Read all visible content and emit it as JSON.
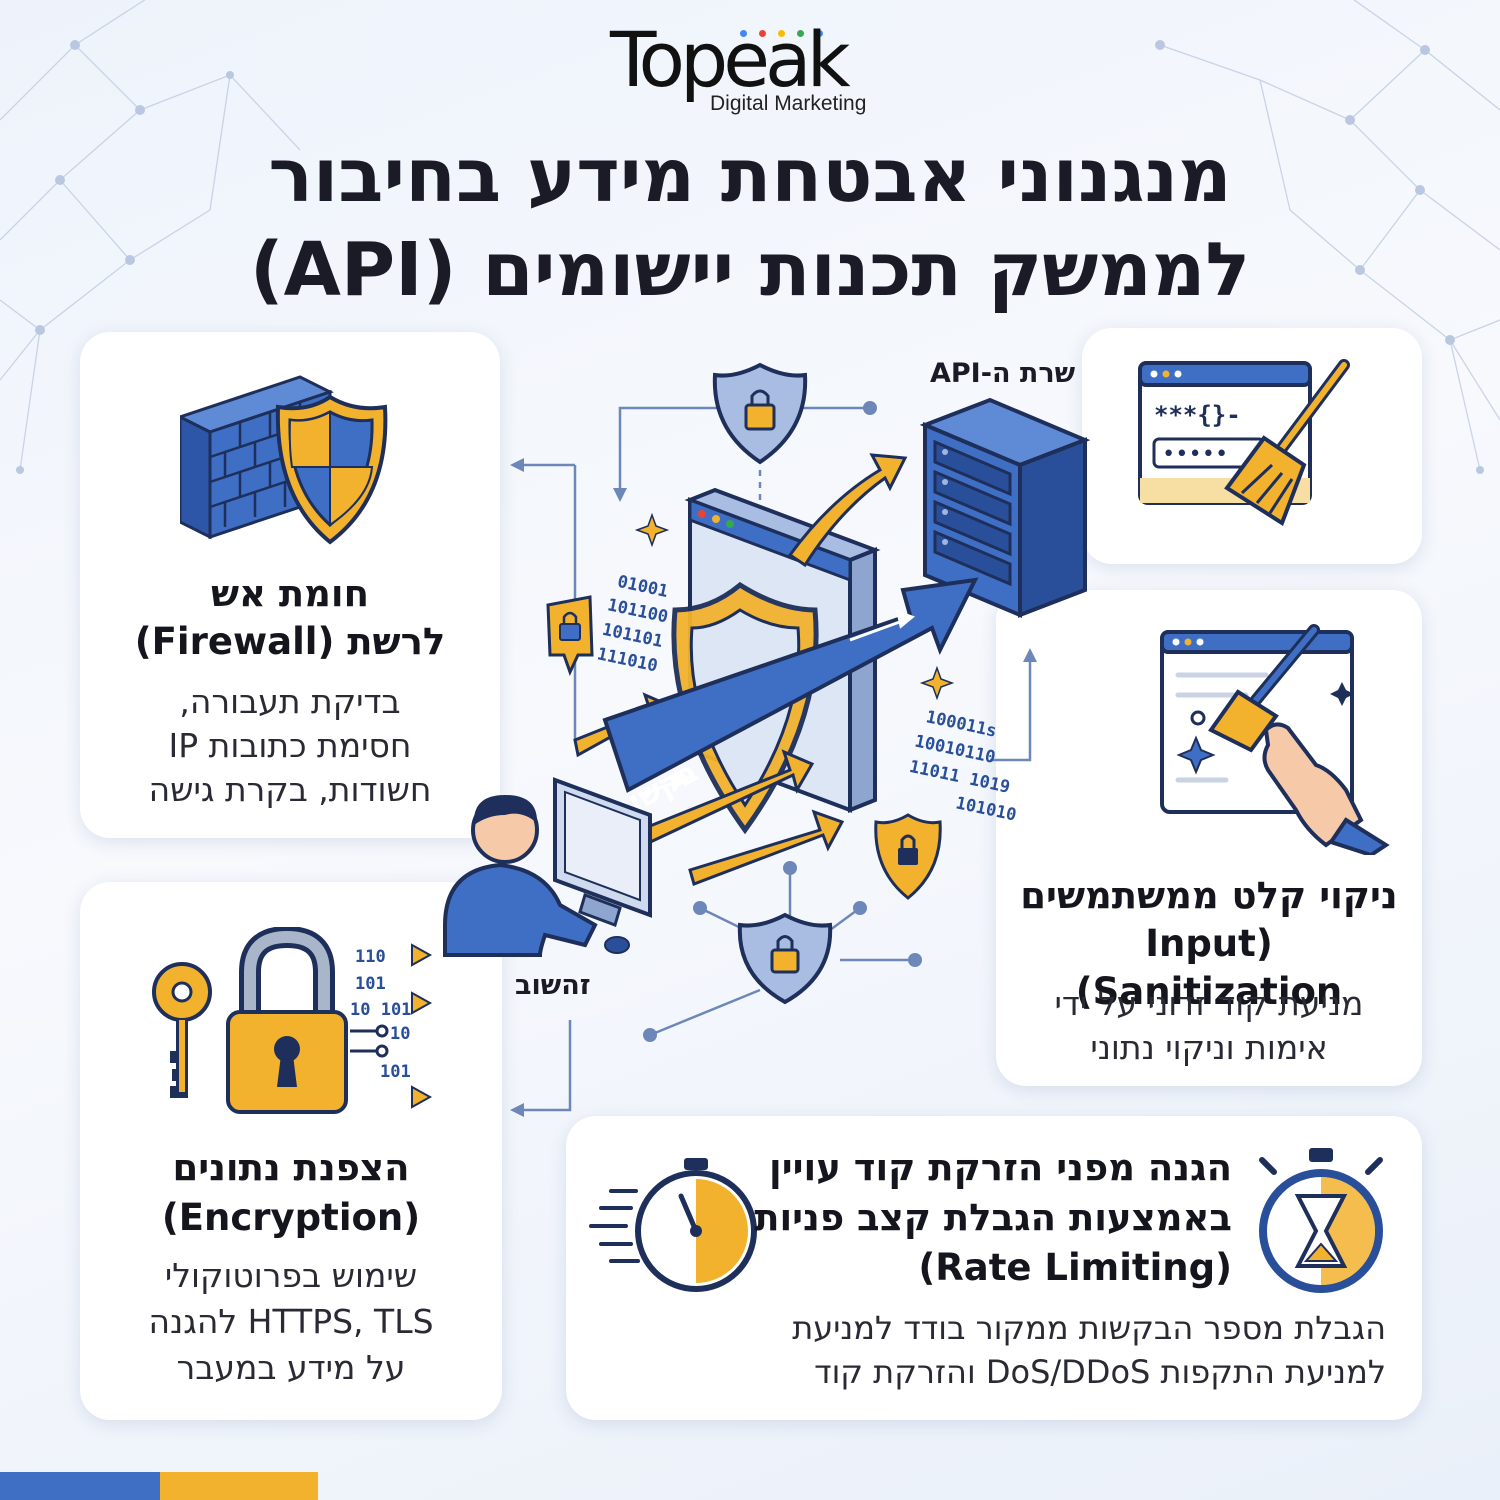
{
  "brand": {
    "logo_text": "Topeak",
    "logo_subtitle": "Digital Marketing",
    "dot_colors": [
      "#4285f4",
      "#ea4335",
      "#fbbc05",
      "#34a853",
      "#4285f4"
    ]
  },
  "title": {
    "line1": "מנגנוני אבטחת מידע בחיבור",
    "line2": "לממשק תכנות יישומים (API)"
  },
  "cards": {
    "firewall": {
      "title_line1": "חומת אש",
      "title_line2": "לרשת (Firewall)",
      "desc_line1": "בדיקת תעבורה,",
      "desc_line2": "חסימת כתובות IP",
      "desc_line3": "חשודות, בקרת גישה"
    },
    "encryption": {
      "title_line1": "הצפנת נתונים",
      "title_line2": "(Encryption)",
      "desc_line1": "שימוש בפרוטוקולי",
      "desc_line2": "HTTPS, TLS להגנה",
      "desc_line3": "על מידע במעבר"
    },
    "sanitization": {
      "title_line1": "ניקוי קלט ממשתמשים",
      "title_line2": "(Input Sanitization)",
      "desc_line1": "מניעת קוד זדוני על ידי",
      "desc_line2": "אימות וניקוי נתוני"
    },
    "rate_limiting": {
      "title_line1": "הגנה מפני הזרקת קוד עויין",
      "title_line2": "באמצעות הגבלת קצב פניות",
      "title_line3": "(Rate Limiting)",
      "desc_line1": "הגבלת מספר הבקשות ממקור בודד למניעת",
      "desc_line2": "למניעת התקפות DoS/DDoS והזרקת קוד"
    }
  },
  "diagram": {
    "server_label": "שרת ה-API",
    "computer_label": "זהשוב",
    "requests_label": "בקשות API",
    "binary_1": [
      "01001",
      "101100",
      "101101",
      "111010"
    ],
    "binary_2": [
      "100011s",
      "10010110",
      "11011 1019",
      "101010"
    ],
    "code_window_text": "***{}-",
    "password_dots": "•••••",
    "enc_binary": [
      "110",
      "101",
      "10 101",
      "10",
      "101"
    ]
  },
  "colors": {
    "blue": "#3f6fc4",
    "dark_blue": "#2a4f9a",
    "gold": "#f2b22e",
    "line": "#6d88b8"
  }
}
